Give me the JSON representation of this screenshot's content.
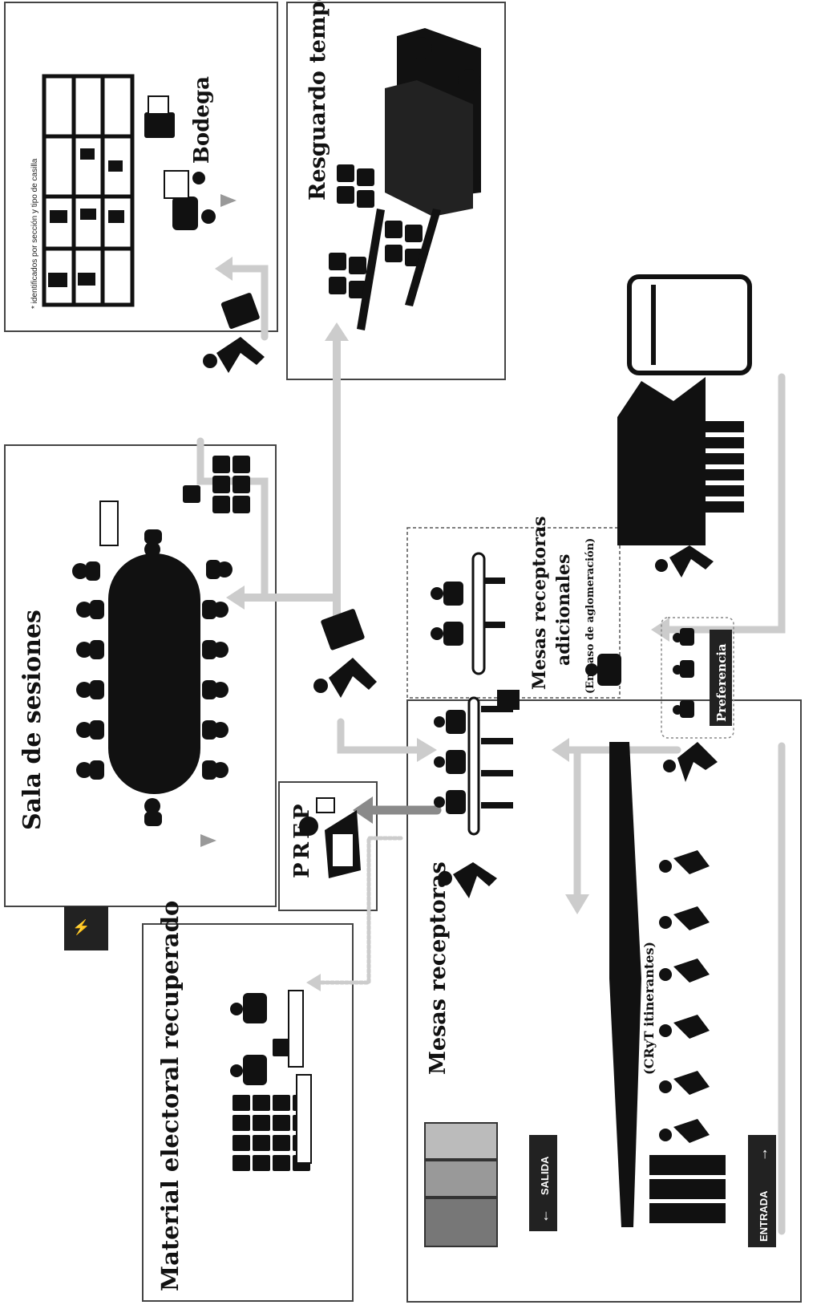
{
  "areas": {
    "bodega": "Bodega",
    "bodega_note": "* identificados por sección y tipo de casilla",
    "resguardo": "Resguardo temporal",
    "sala": "Sala de sesiones",
    "prep": "PREP",
    "mesas_adicionales_1": "Mesas receptoras",
    "mesas_adicionales_2": "adicionales",
    "mesas_adicionales_3": "(En caso de aglomeración)",
    "mesas_receptoras": "Mesas receptoras",
    "material": "Material electoral recuperado",
    "cryt": "(CRyT itinerantes)",
    "preferencia": "Preferencia"
  },
  "signs": {
    "salida": "SALIDA",
    "entrada": "ENTRADA"
  },
  "colors": {
    "ink": "#111111",
    "arrow_light": "#cccccc",
    "arrow_dark": "#8a8a8a",
    "border": "#444444"
  }
}
